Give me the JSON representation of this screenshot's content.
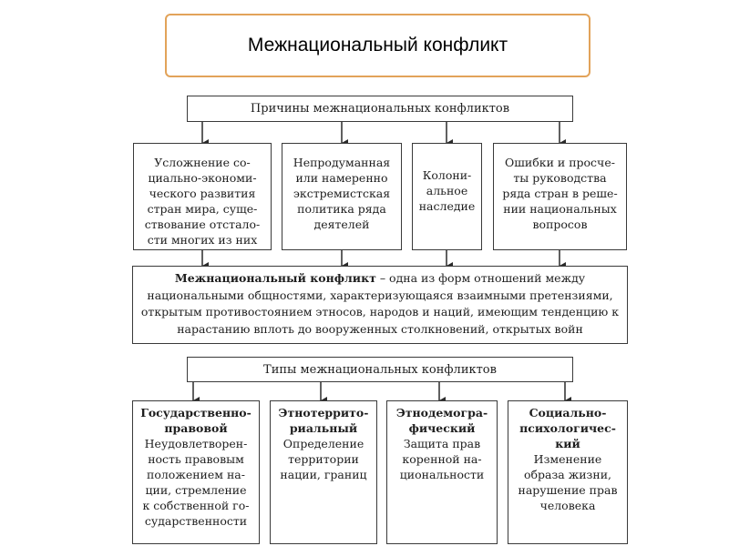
{
  "title": "Межнациональный конфликт",
  "causes_header": "Причины межнациональных конфликтов",
  "causes": [
    "Усложнение со-\nциально-экономи-\nческого развития\nстран мира, суще-\nствование отстало-\nсти многих из них",
    "Непродуманная\nили намеренно\nэкстремистская\nполитика ряда\nдеятелей",
    "Колони-\nальное\nнаследие",
    "Ошибки и просче-\nты руководства\nряда стран в реше-\nнии национальных\nвопросов"
  ],
  "definition": {
    "term": "Межнациональный конфликт",
    "text": " – одна из форм отношений между национальными общностями, характеризующаяся взаимными претензиями, открытым противостоянием этносов, народов и наций, имеющим тенденцию к нарастанию вплоть до вооруженных столкновений, открытых войн"
  },
  "types_header": "Типы межнациональных конфликтов",
  "types": [
    {
      "name": "Государственно-\nправовой",
      "desc": "Неудовлетворен-\nность правовым\nположением на-\nции, стремление\nк собственной го-\nсударственности"
    },
    {
      "name": "Этнотеррито-\nриальный",
      "desc": "Определение\nтерритории\nнации, границ"
    },
    {
      "name": "Этнодемогра-\nфический",
      "desc": "Защита прав\nкоренной на-\nциональности"
    },
    {
      "name": "Социально-\nпсихологичес-\nкий",
      "desc": "Изменение\nобраза жизни,\nнарушение прав\nчеловека"
    }
  ]
}
